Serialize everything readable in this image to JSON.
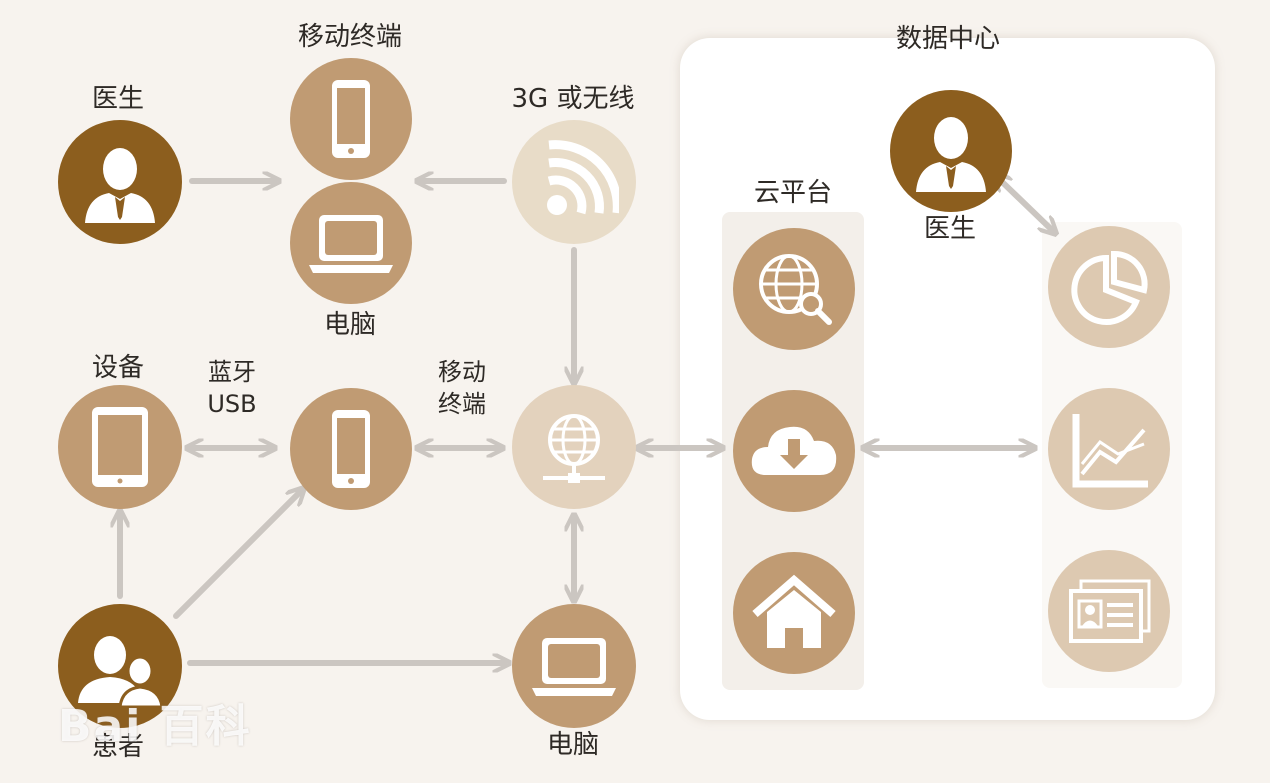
{
  "labels": {
    "doctor_left": "医生",
    "mobile_terminal_top": "移动终端",
    "computer_top": "电脑",
    "wireless": "3G 或无线",
    "device": "设备",
    "bluetooth_usb": [
      "蓝牙",
      "USB"
    ],
    "mobile_terminal_mid": [
      "移动",
      "终端"
    ],
    "patient": "患者",
    "computer_bottom": "电脑",
    "data_center": "数据中心",
    "cloud_platform": "云平台",
    "doctor_right": "医生"
  },
  "watermark": "Bai 百科",
  "colors": {
    "dark_brown": "#8c5e1e",
    "tan": "#c09b73",
    "tan_light": "#cdb08e",
    "pale": "#e3d2bd",
    "paler": "#ddc9b1",
    "cream": "#e8dcc8",
    "arrow": "#cbc6c1",
    "panel": "#ffffff",
    "background": "#f7f3ee"
  },
  "icons": {
    "doctor_left": "doctor-icon",
    "mobile_top": "phone-icon",
    "computer_top": "laptop-icon",
    "wireless": "wifi-icon",
    "device": "tablet-icon",
    "mobile_mid": "phone-icon",
    "hub": "network-globe-icon",
    "patient": "patients-icon",
    "computer_bottom": "laptop-icon",
    "cloud_search": "globe-search-icon",
    "cloud_download": "cloud-download-icon",
    "home": "home-icon",
    "doctor_right": "doctor-icon",
    "pie": "pie-chart-icon",
    "line": "line-chart-icon",
    "card": "id-card-icon"
  }
}
